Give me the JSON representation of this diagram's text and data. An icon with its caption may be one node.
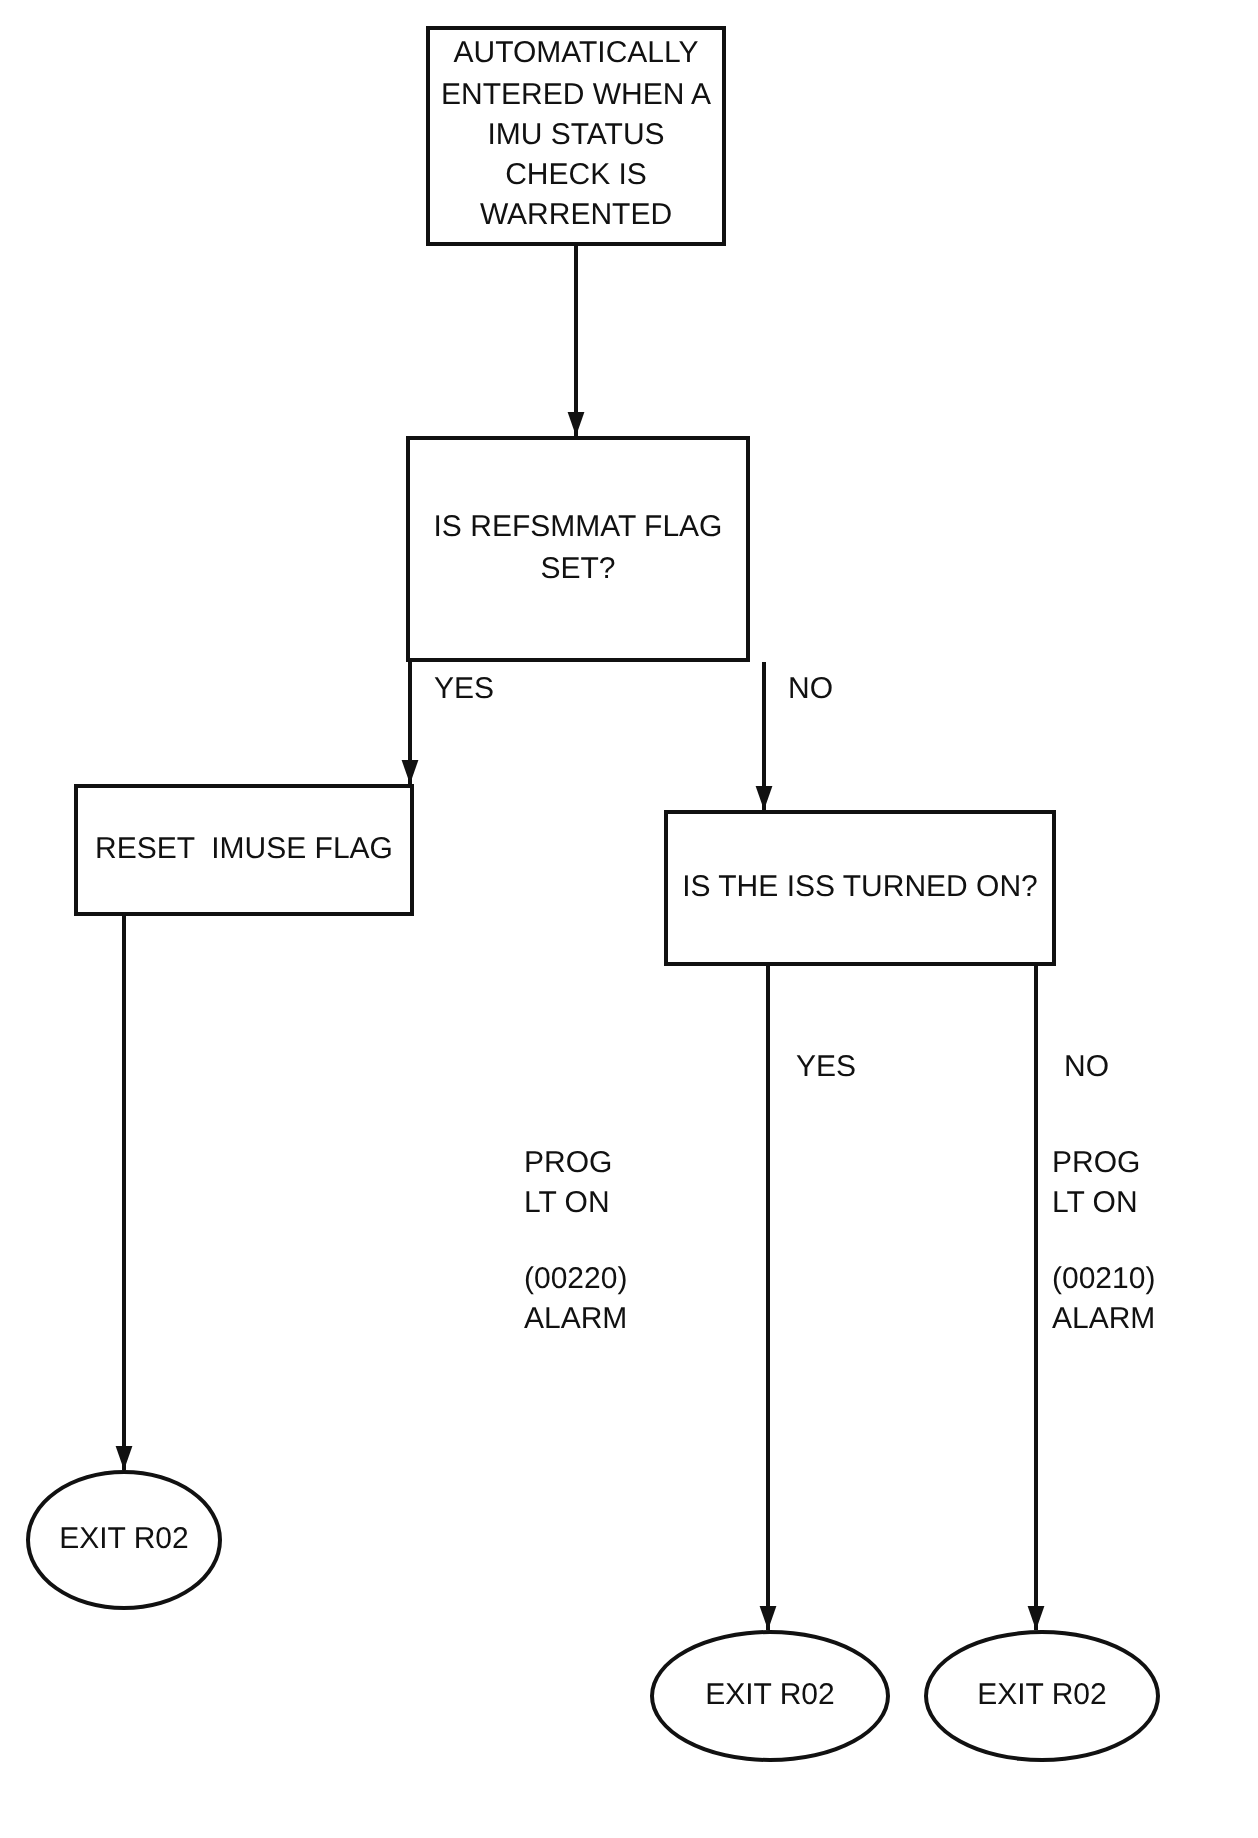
{
  "diagram": {
    "nodes": [
      {
        "text": [
          "AUTOMATICALLY ENTERED WHEN A IMU STATUS CHECK IS WARRENTED"
        ]
      },
      {
        "text": [
          "IS REFSMMAT FLAG SET?"
        ]
      },
      {
        "text": [
          "RESET  IMUSE FLAG"
        ]
      },
      {
        "text": [
          "IS THE ISS TURNED ON?"
        ]
      },
      {
        "text": [
          "EXIT R02"
        ]
      },
      {
        "text": [
          "EXIT R02"
        ]
      },
      {
        "text": [
          "EXIT R02"
        ]
      }
    ],
    "edges": [
      {
        "from": 0,
        "to": 1,
        "arrow": "to"
      },
      {
        "from": 1,
        "to": 2,
        "arrow": "to",
        "label": "YES"
      },
      {
        "from": 1,
        "to": 3,
        "arrow": "to",
        "label": "NO"
      },
      {
        "from": 2,
        "to": 4,
        "arrow": "to"
      },
      {
        "from": 3,
        "to": 5,
        "arrow": "to",
        "label": "YES"
      },
      {
        "from": 3,
        "to": 6,
        "arrow": "to",
        "label": "NO"
      }
    ],
    "labels": [
      "PROG LT ON",
      "(00220) ALARM",
      "PROG LT ON",
      "(00210) ALARM"
    ]
  }
}
